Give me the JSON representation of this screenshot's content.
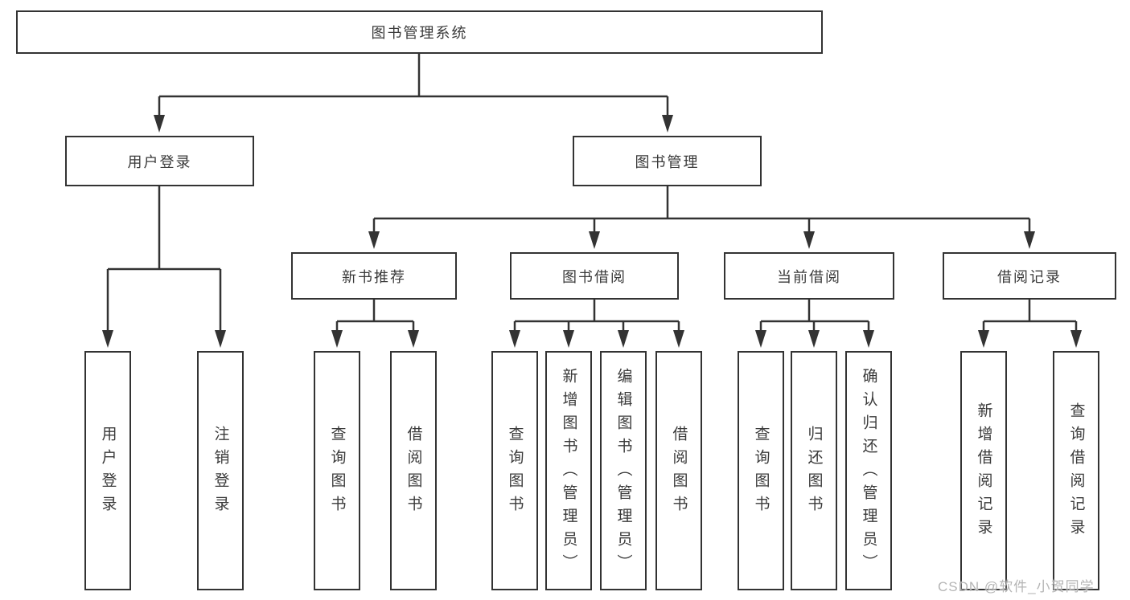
{
  "tree": {
    "label": "图书管理系统",
    "children": [
      {
        "label": "用户登录",
        "children": [
          {
            "label": "用户登录"
          },
          {
            "label": "注销登录"
          }
        ]
      },
      {
        "label": "图书管理",
        "children": [
          {
            "label": "新书推荐",
            "children": [
              {
                "label": "查询图书"
              },
              {
                "label": "借阅图书"
              }
            ]
          },
          {
            "label": "图书借阅",
            "children": [
              {
                "label": "查询图书"
              },
              {
                "label": "新增图书（管理员）"
              },
              {
                "label": "编辑图书（管理员）"
              },
              {
                "label": "借阅图书"
              }
            ]
          },
          {
            "label": "当前借阅",
            "children": [
              {
                "label": "查询图书"
              },
              {
                "label": "归还图书"
              },
              {
                "label": "确认归还（管理员）"
              }
            ]
          },
          {
            "label": "借阅记录",
            "children": [
              {
                "label": "新增借阅记录"
              },
              {
                "label": "查询借阅记录"
              }
            ]
          }
        ]
      }
    ]
  },
  "watermark": {
    "text": "CSDN @软件_小贺同学"
  },
  "colors": {
    "line": "#333333",
    "box_border": "#333333",
    "text": "#3a3a3a",
    "watermark": "#b5b5b5",
    "background": "#ffffff"
  }
}
